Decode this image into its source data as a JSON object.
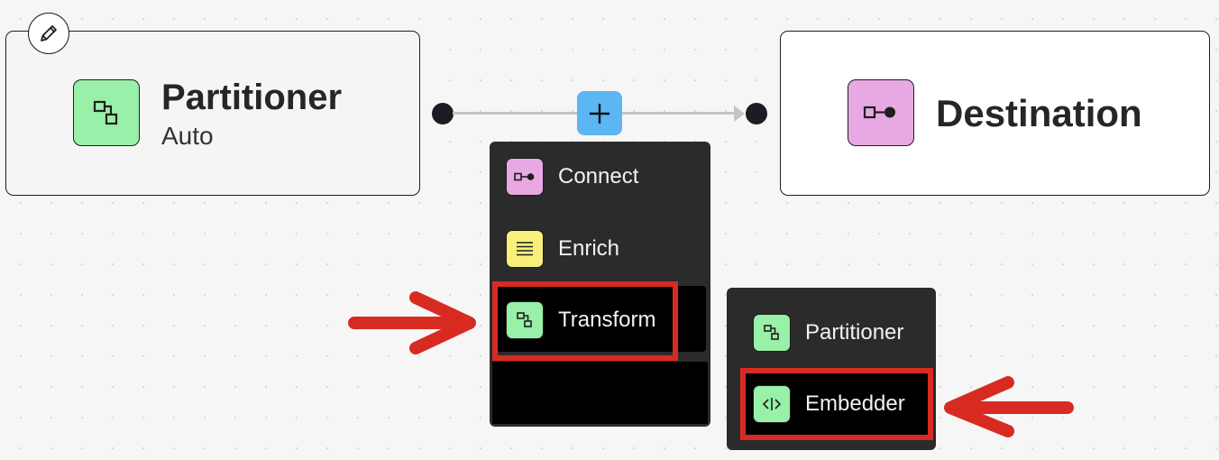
{
  "nodes": {
    "partitioner": {
      "title": "Partitioner",
      "subtitle": "Auto",
      "icon": "transform-icon"
    },
    "destination": {
      "title": "Destination",
      "icon": "connect-icon"
    }
  },
  "add_button": {
    "icon": "plus-icon"
  },
  "add_menu": {
    "items": [
      {
        "label": "Connect",
        "icon": "connect-icon",
        "color": "#e8a8e3"
      },
      {
        "label": "Enrich",
        "icon": "enrich-icon",
        "color": "#f8f07a"
      },
      {
        "label": "Transform",
        "icon": "transform-icon",
        "color": "#99f0a8"
      }
    ]
  },
  "transform_submenu": {
    "items": [
      {
        "label": "Partitioner",
        "icon": "transform-icon",
        "color": "#99f0a8"
      },
      {
        "label": "Embedder",
        "icon": "embedder-icon",
        "color": "#99f0a8"
      }
    ]
  },
  "colors": {
    "accent_blue": "#5cb6f4",
    "highlight_red": "#d72b22",
    "menu_bg": "#2b2b2b"
  }
}
